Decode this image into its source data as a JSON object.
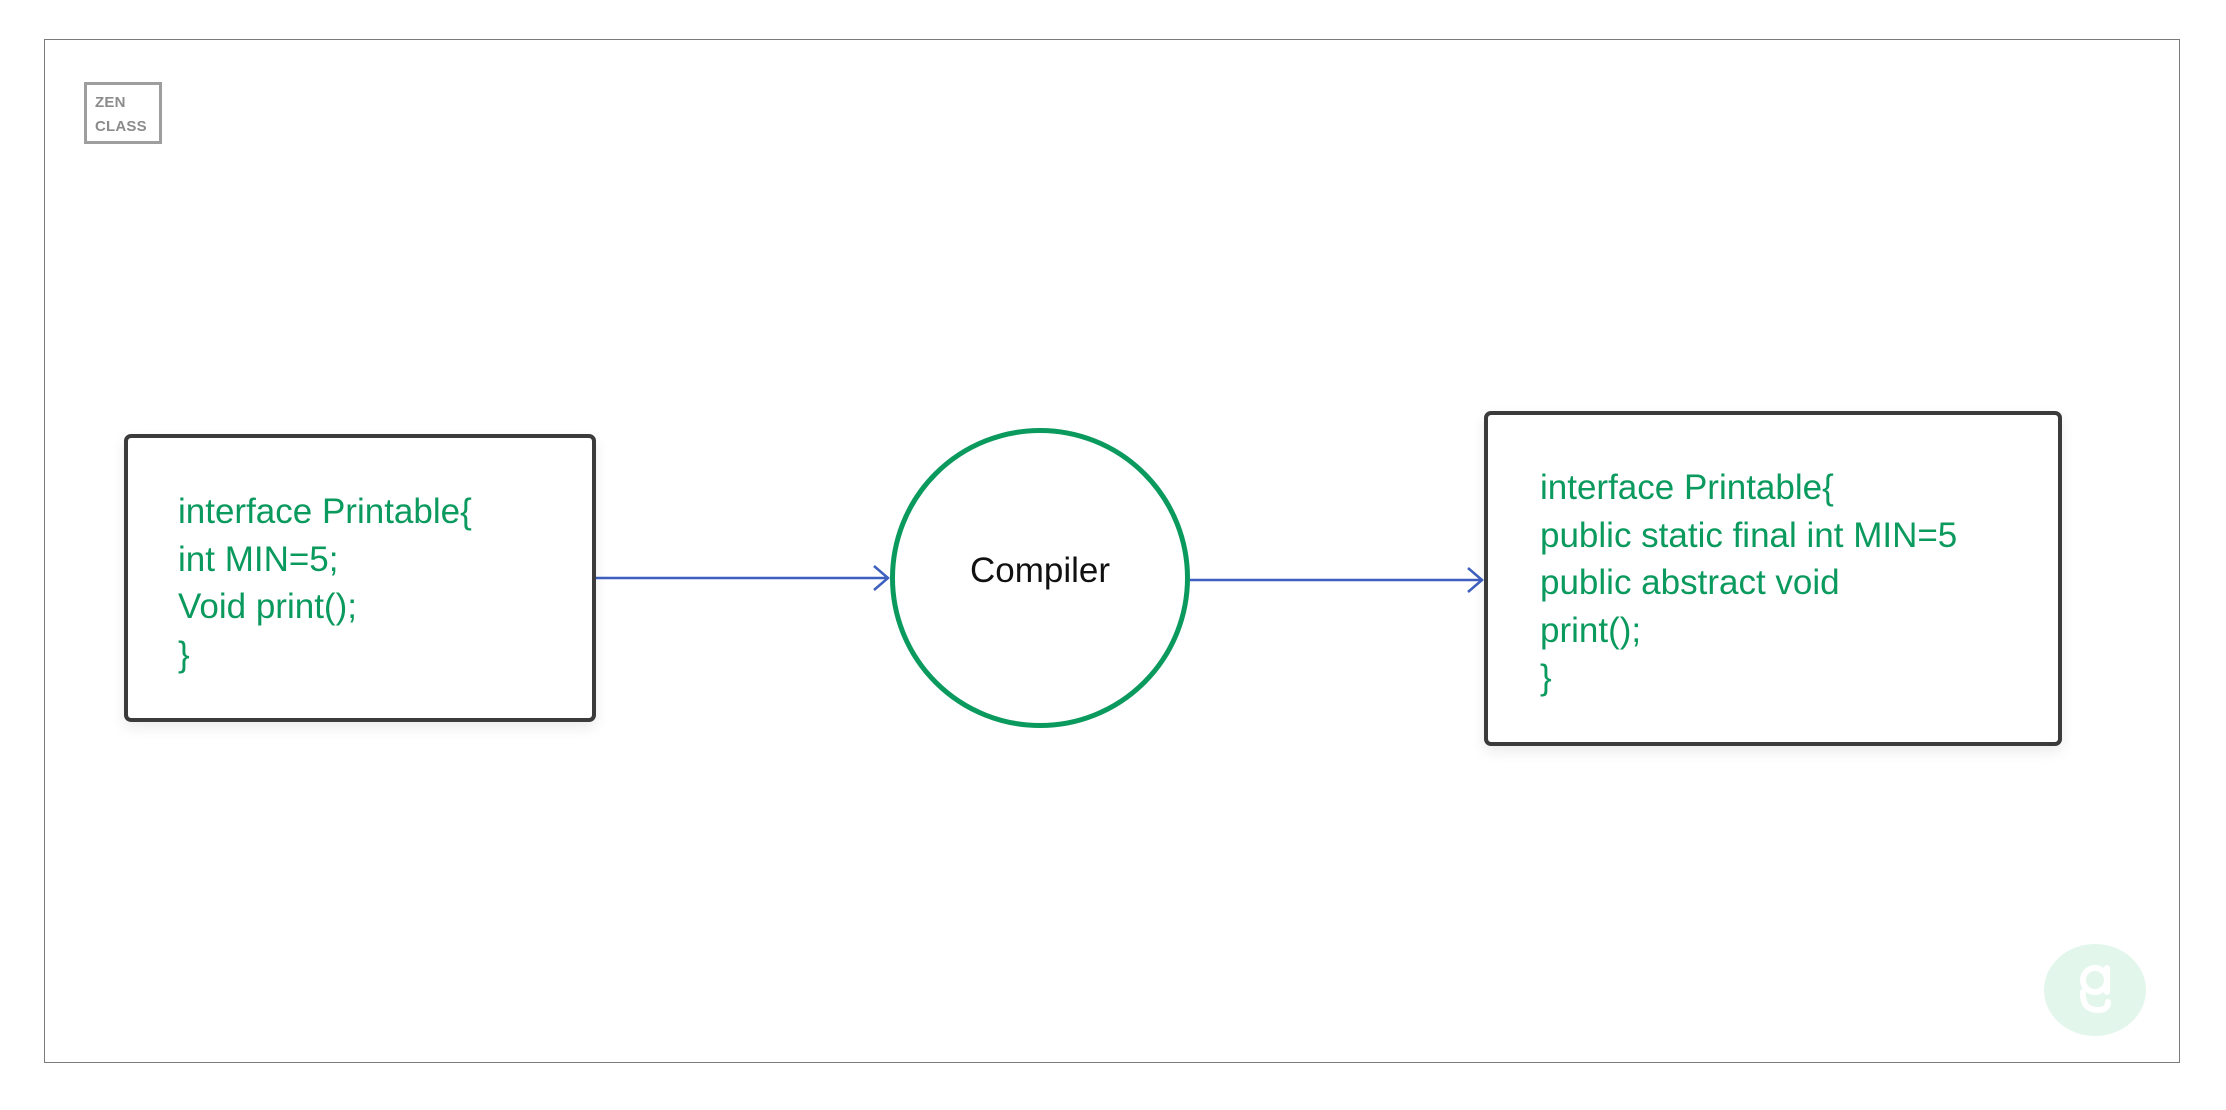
{
  "logo": {
    "line1": "ZEN",
    "line2": "CLASS"
  },
  "source_box": {
    "lines": [
      "interface Printable{",
      "int MIN=5;",
      "Void print();",
      "}"
    ]
  },
  "compiler": {
    "label": "Compiler"
  },
  "output_box": {
    "lines": [
      "interface Printable{",
      "public static final int MIN=5",
      "public abstract void",
      "print();",
      "}"
    ]
  },
  "colors": {
    "code_text": "#0b9a5e",
    "circle_stroke": "#0b9a5e",
    "arrow": "#3d5fbf",
    "box_border": "#3b3b3b",
    "watermark": "#e3f6ec"
  },
  "icons": {
    "watermark": "guvi-logo-icon"
  }
}
